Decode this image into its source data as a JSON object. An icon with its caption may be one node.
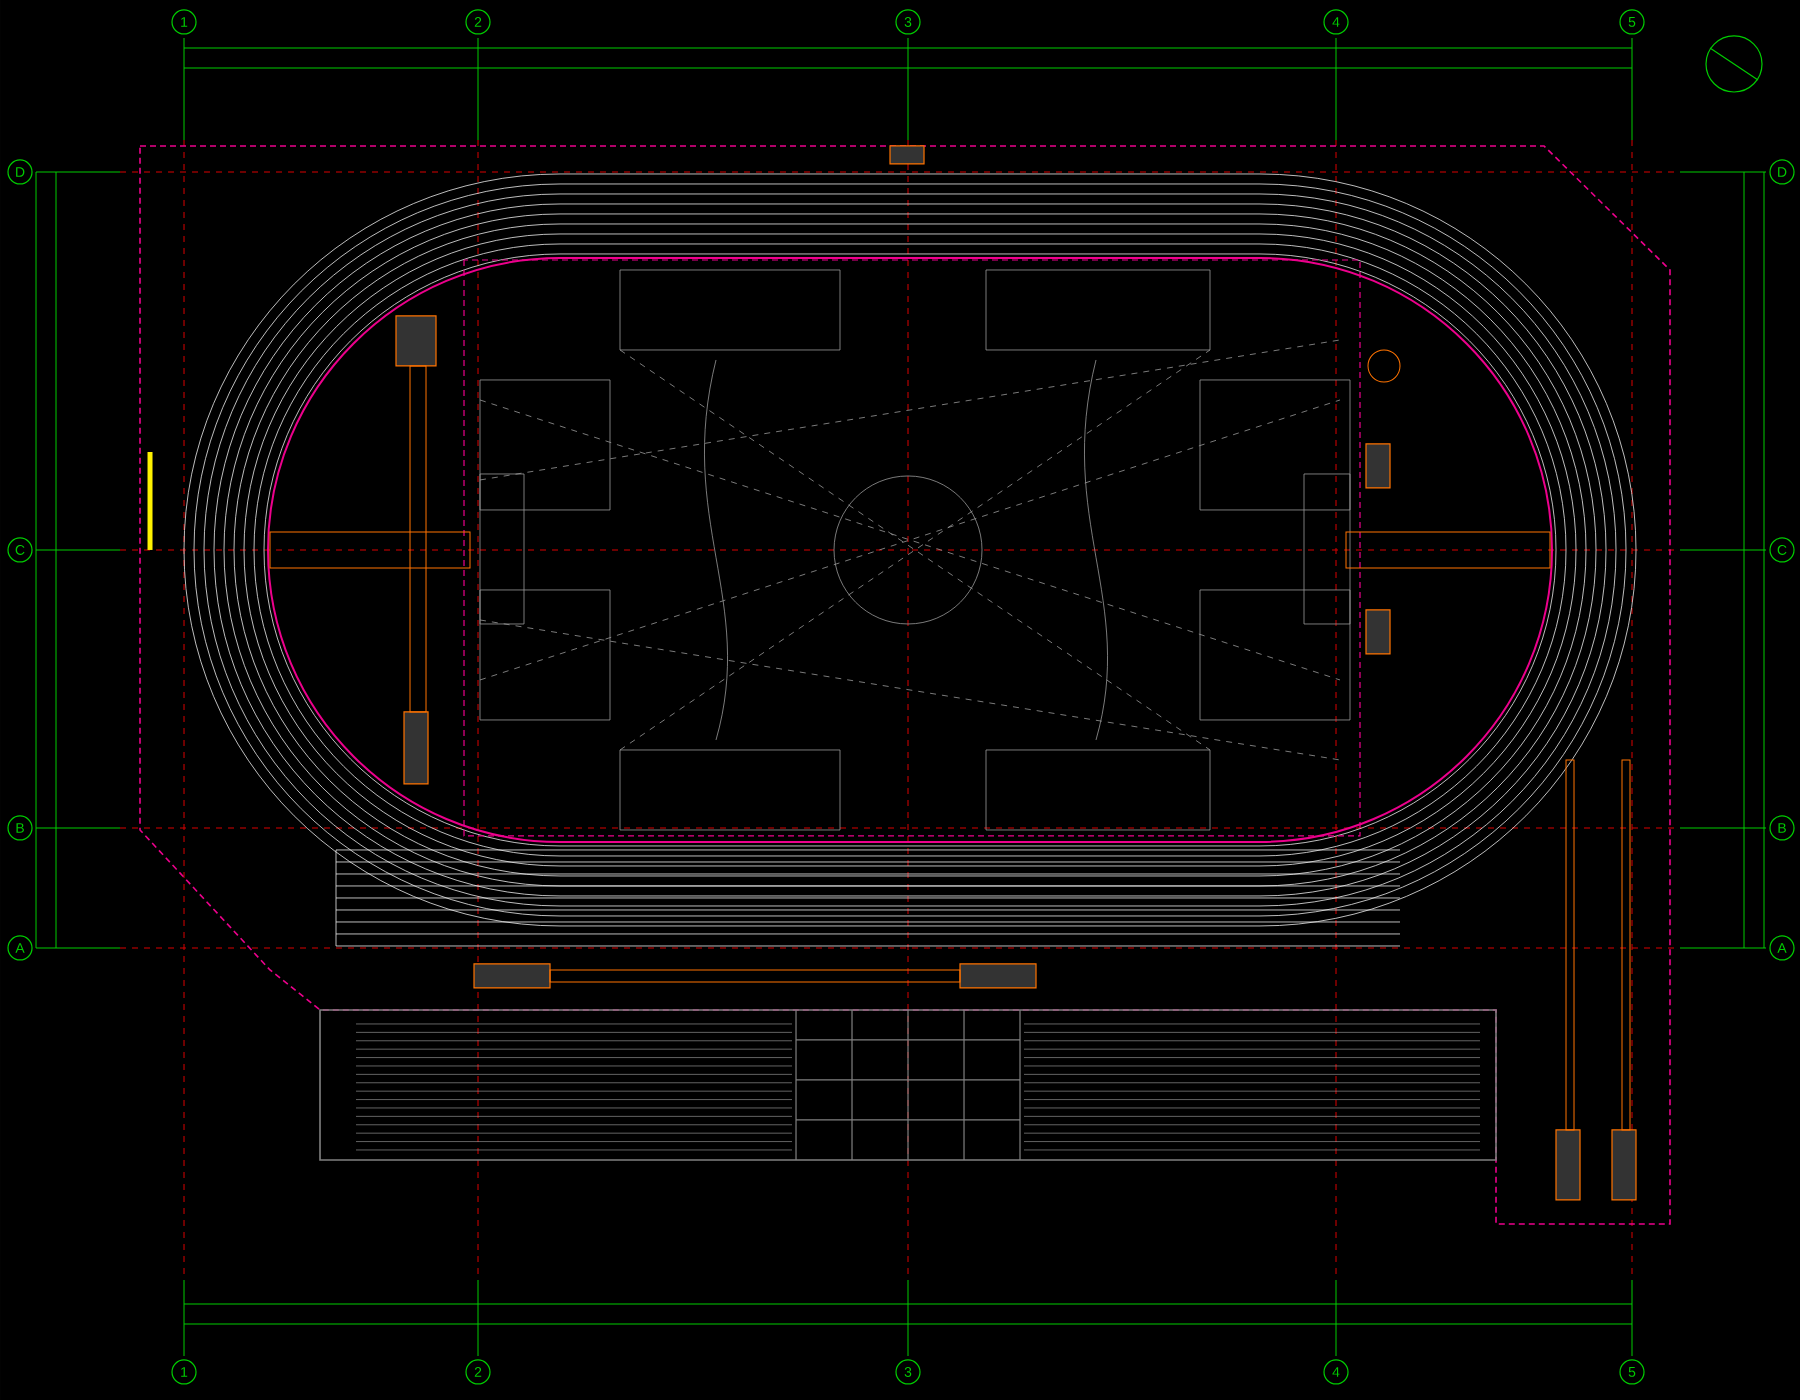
{
  "diagram": {
    "labels": [
      "1",
      "2",
      "3",
      "4",
      "5",
      "D",
      "D",
      "C",
      "C",
      "B",
      "B",
      "A",
      "A",
      "1",
      "2",
      "3",
      "4",
      "5"
    ]
  }
}
